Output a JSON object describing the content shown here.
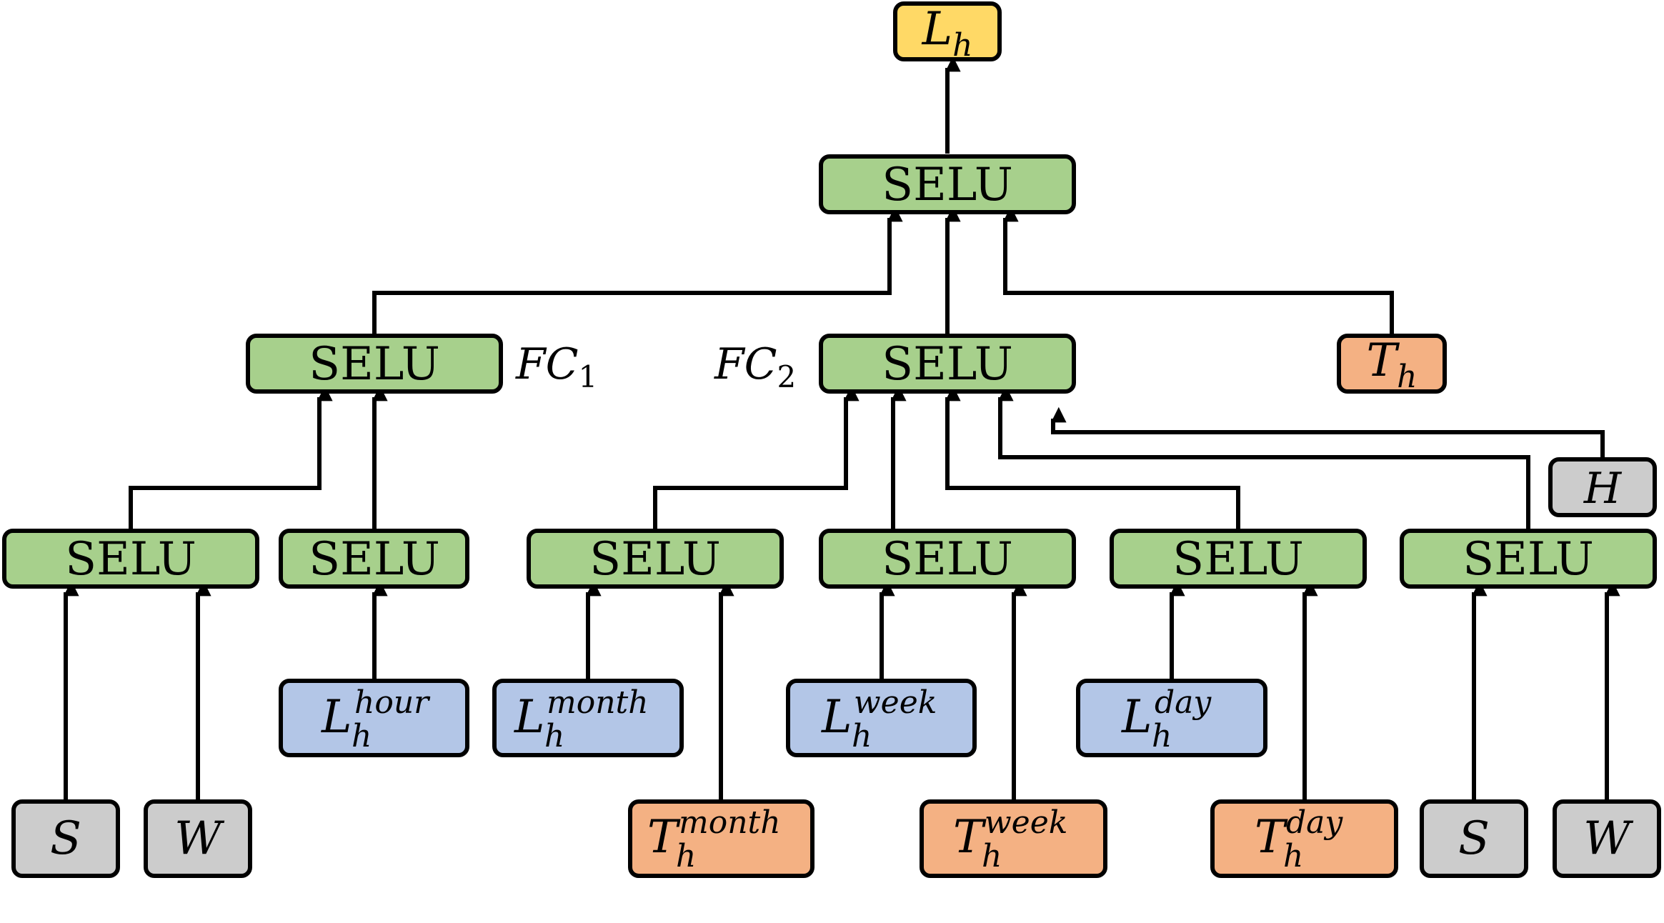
{
  "colors": {
    "selu": "#a7d08c",
    "load": "#b3c6e7",
    "temp": "#f4b183",
    "calendar": "#cccccc",
    "output": "#ffd966",
    "stroke": "#000000"
  },
  "output": {
    "base": "L",
    "sub": "h"
  },
  "layer_label": "SELU",
  "fc_labels": [
    {
      "base": "FC",
      "sub": "1"
    },
    {
      "base": "FC",
      "sub": "2"
    }
  ],
  "temp_current": {
    "base": "T",
    "sub": "h"
  },
  "holiday": {
    "base": "H"
  },
  "load_inputs": [
    {
      "base": "L",
      "sub": "h",
      "sup": "hour"
    },
    {
      "base": "L",
      "sub": "h",
      "sup": "month"
    },
    {
      "base": "L",
      "sub": "h",
      "sup": "week"
    },
    {
      "base": "L",
      "sub": "h",
      "sup": "day"
    }
  ],
  "temp_inputs": [
    {
      "base": "T",
      "sub": "h",
      "sup": "month"
    },
    {
      "base": "T",
      "sub": "h",
      "sup": "week"
    },
    {
      "base": "T",
      "sub": "h",
      "sup": "day"
    }
  ],
  "calendar_inputs": [
    {
      "base": "S"
    },
    {
      "base": "W"
    },
    {
      "base": "S"
    },
    {
      "base": "W"
    }
  ]
}
